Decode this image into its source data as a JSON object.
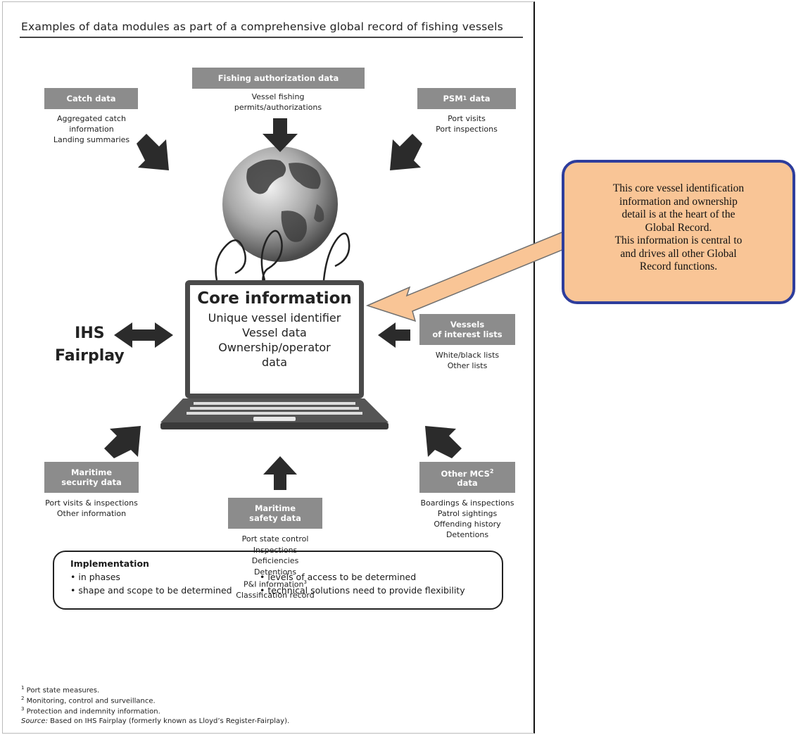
{
  "title": "Examples of data modules as part of a comprehensive global record of fishing vessels",
  "modules": {
    "catch": {
      "label": "Catch data",
      "items": [
        "Aggregated catch",
        "information",
        "Landing summaries"
      ]
    },
    "fishing_auth": {
      "label": "Fishing authorization data",
      "items": [
        "Vessel fishing",
        "permits/authorizations"
      ]
    },
    "psm": {
      "label_main": "PSM",
      "label_sup": "1",
      "label_rest": " data",
      "items": [
        "Port visits",
        "Port inspections"
      ]
    },
    "vessels_interest": {
      "label_lines": [
        "Vessels",
        "of interest lists"
      ],
      "items": [
        "White/black lists",
        "Other lists"
      ]
    },
    "maritime_security": {
      "label_lines": [
        "Maritime",
        "security data"
      ],
      "items": [
        "Port visits & inspections",
        "Other information"
      ]
    },
    "maritime_safety": {
      "label_lines": [
        "Maritime",
        "safety data"
      ],
      "items": [
        "Port state control",
        "Inspections",
        "Deficiencies",
        "Detentions",
        "P&I information",
        "Classification record"
      ],
      "pi_sup": "3"
    },
    "other_mcs": {
      "label_main": "Other MCS",
      "label_sup": "2",
      "label_line2": "data",
      "items": [
        "Boardings & inspections",
        "Patrol sightings",
        "Offending history",
        "Detentions"
      ]
    }
  },
  "ihs": [
    "IHS",
    "Fairplay"
  ],
  "core": {
    "title": "Core information",
    "lines": [
      "Unique vessel identifier",
      "Vessel data",
      "Ownership/operator",
      "data"
    ]
  },
  "implementation": {
    "title": "Implementation",
    "items": [
      "• in phases",
      "• shape and scope to be determined",
      "• levels of access to be determined",
      "• technical solutions need to provide flexibility"
    ]
  },
  "footnotes": [
    {
      "sup": "1",
      "text": "Port state measures."
    },
    {
      "sup": "2",
      "text": "Monitoring, control and surveillance."
    },
    {
      "sup": "3",
      "text": "Protection and indemnity information."
    }
  ],
  "source": {
    "label": "Source:",
    "text": " Based on IHS Fairplay (formerly known as Lloyd’s Register-Fairplay)."
  },
  "callout": [
    "This core vessel identification",
    "information and ownership",
    "detail is at the heart of the",
    "Global Record.",
    "This information is central to",
    "and drives all other Global",
    "Record functions."
  ],
  "colors": {
    "module_box": "#8c8c8c",
    "arrow": "#2b2b2b",
    "callout_fill": "#f9c596",
    "callout_border": "#2e3d9c"
  }
}
